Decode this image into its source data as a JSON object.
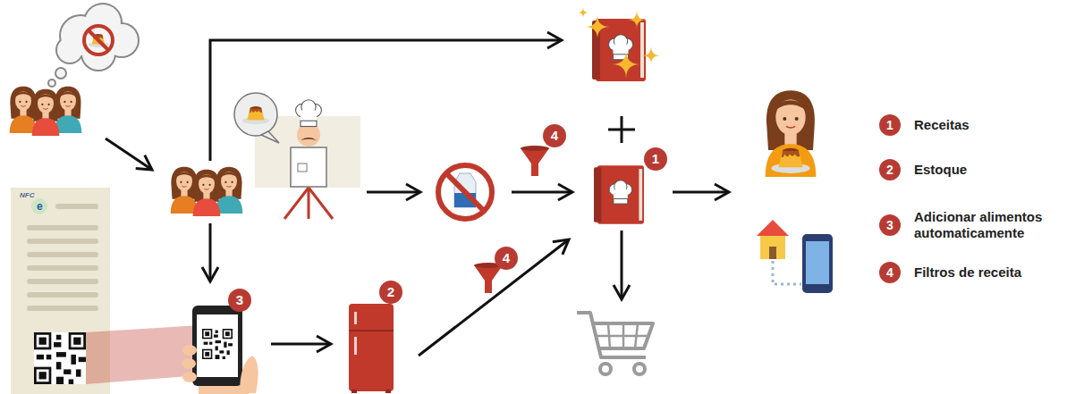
{
  "diagram": {
    "labels": [
      "4",
      "1",
      "NFC",
      "e",
      "4",
      "2",
      "3",
      "1",
      "2",
      "3",
      "4"
    ],
    "legend": [
      {
        "text": "Receitas",
        "color": "#b83b33"
      },
      {
        "text": "Estoque",
        "color": "#b83b33"
      },
      {
        "text": "Adicionar alimentos automaticamente",
        "color": "#b83b33"
      },
      {
        "text": "Filtros de receita",
        "color": "#b83b33"
      }
    ]
  }
}
